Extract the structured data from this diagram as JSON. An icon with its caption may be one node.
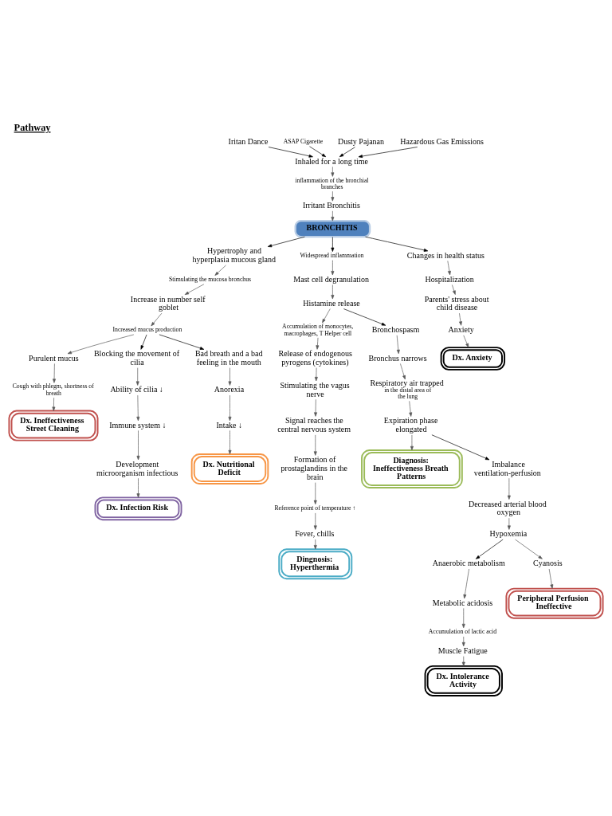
{
  "diagram": {
    "title": "Pathway",
    "nodes": [
      {
        "text": [
          "Iritan Dance"
        ]
      },
      {
        "text": [
          "ASAP Cigarette"
        ]
      },
      {
        "text": [
          "Dusty Pajanan"
        ]
      },
      {
        "text": [
          "Hazardous Gas Emissions"
        ]
      },
      {
        "text": [
          "Inhaled for a long time"
        ]
      },
      {
        "text": [
          "inflammation of the bronchial branches"
        ]
      },
      {
        "text": [
          "Irritant Bronchitis"
        ]
      },
      {
        "text": [
          "BRONCHITIS"
        ]
      },
      {
        "text": [
          "Hypertrophy and hyperplasia mucous gland"
        ]
      },
      {
        "text": [
          "Stimulating the mucosa bronchus"
        ]
      },
      {
        "text": [
          "Increase in number self goblet"
        ]
      },
      {
        "text": [
          "Increased mucus production"
        ]
      },
      {
        "text": [
          "Purulent mucus"
        ]
      },
      {
        "text": [
          "Cough with phlegm, shortness of breath"
        ]
      },
      {
        "text": [
          "Dx. Ineffectiveness Street Cleaning"
        ]
      },
      {
        "text": [
          "Blocking the movement of cilia"
        ]
      },
      {
        "text": [
          "Ability of cilia ↓"
        ]
      },
      {
        "text": [
          "Immune system ↓"
        ]
      },
      {
        "text": [
          "Development microorganism infectious"
        ]
      },
      {
        "text": [
          "Dx. Infection Risk"
        ]
      },
      {
        "text": [
          "Bad breath and a bad feeling in the mouth"
        ]
      },
      {
        "text": [
          "Anorexia"
        ]
      },
      {
        "text": [
          "Intake ↓"
        ]
      },
      {
        "text": [
          "Dx. Nutritional Deficit"
        ]
      },
      {
        "text": [
          "Widespread inflammation"
        ]
      },
      {
        "text": [
          "Mast cell degranulation"
        ]
      },
      {
        "text": [
          "Histamine release"
        ]
      },
      {
        "text": [
          "Accumulation of monocytes, macrophages, T Helper cell"
        ]
      },
      {
        "text": [
          "Release of endogenous pyrogens (cytokines)"
        ]
      },
      {
        "text": [
          "Stimulating the vagus nerve"
        ]
      },
      {
        "text": [
          "Signal reaches the central nervous system"
        ]
      },
      {
        "text": [
          "Formation of prostaglandins in the brain"
        ]
      },
      {
        "text": [
          "Reference point of temperature ↑"
        ]
      },
      {
        "text": [
          "Fever, chills"
        ]
      },
      {
        "text": [
          "Dingnosis: Hyperthermia"
        ]
      },
      {
        "text": [
          "Anaerobic metabolism"
        ]
      },
      {
        "text": [
          "Metabolic acidosis"
        ]
      },
      {
        "text": [
          "Accumulation of lactic acid"
        ]
      },
      {
        "text": [
          "Muscle Fatigue"
        ]
      },
      {
        "text": [
          "Dx. Intolerance Activity"
        ]
      },
      {
        "text": [
          "Changes in health status"
        ]
      },
      {
        "text": [
          "Hospitalization"
        ]
      },
      {
        "text": [
          "Parents' stress about child disease"
        ]
      },
      {
        "text": [
          "Anxiety"
        ]
      },
      {
        "text": [
          "Dx. Anxiety"
        ]
      },
      {
        "text": [
          "Bronchospasm"
        ]
      },
      {
        "text": [
          "Bronchus narrows"
        ]
      },
      {
        "text": [
          "Respiratory air trapped",
          "in the distal area of the lung"
        ]
      },
      {
        "text": [
          "Expiration phase elongated"
        ]
      },
      {
        "text": [
          "Diagnosis: Ineffectiveness Breath Patterns"
        ]
      },
      {
        "text": [
          "Imbalance ventilation-perfusion"
        ]
      },
      {
        "text": [
          "Decreased arterial blood oxygen"
        ]
      },
      {
        "text": [
          "Hypoxemia"
        ]
      },
      {
        "text": [
          "Cyanosis"
        ]
      },
      {
        "text": [
          "Peripheral Perfusion Ineffective"
        ]
      }
    ],
    "edges": [
      {
        "from": 0,
        "to": 4,
        "arrow": "to",
        "color": "#000000"
      },
      {
        "from": 1,
        "to": 4,
        "arrow": "to",
        "color": "#000000"
      },
      {
        "from": 2,
        "to": 4,
        "arrow": "to",
        "color": "#000000"
      },
      {
        "from": 3,
        "to": 4,
        "arrow": "to",
        "color": "#000000"
      },
      {
        "from": 4,
        "to": 5,
        "arrow": "to"
      },
      {
        "from": 5,
        "to": 6,
        "arrow": "to"
      },
      {
        "from": 6,
        "to": 7,
        "arrow": "to"
      },
      {
        "from": 7,
        "to": 8,
        "arrow": "to",
        "color": "#000000"
      },
      {
        "from": 7,
        "to": 24,
        "arrow": "to",
        "color": "#000000"
      },
      {
        "from": 7,
        "to": 40,
        "arrow": "to",
        "color": "#000000"
      },
      {
        "from": 8,
        "to": 9,
        "arrow": "to"
      },
      {
        "from": 9,
        "to": 10,
        "arrow": "to"
      },
      {
        "from": 10,
        "to": 11,
        "arrow": "to"
      },
      {
        "from": 11,
        "to": 12,
        "arrow": "to"
      },
      {
        "from": 12,
        "to": 13,
        "arrow": "to"
      },
      {
        "from": 13,
        "to": 14,
        "arrow": "to"
      },
      {
        "from": 11,
        "to": 15,
        "arrow": "to",
        "color": "#000000"
      },
      {
        "from": 11,
        "to": 20,
        "arrow": "to",
        "color": "#000000"
      },
      {
        "from": 15,
        "to": 16,
        "arrow": "to"
      },
      {
        "from": 16,
        "to": 17,
        "arrow": "to"
      },
      {
        "from": 17,
        "to": 18,
        "arrow": "to"
      },
      {
        "from": 18,
        "to": 19,
        "arrow": "to"
      },
      {
        "from": 20,
        "to": 21,
        "arrow": "to"
      },
      {
        "from": 21,
        "to": 22,
        "arrow": "to"
      },
      {
        "from": 22,
        "to": 23,
        "arrow": "to"
      },
      {
        "from": 24,
        "to": 25,
        "arrow": "to"
      },
      {
        "from": 25,
        "to": 26,
        "arrow": "to"
      },
      {
        "from": 26,
        "to": 27,
        "arrow": "to"
      },
      {
        "from": 26,
        "to": 45,
        "arrow": "to",
        "color": "#000000"
      },
      {
        "from": 27,
        "to": 28,
        "arrow": "to"
      },
      {
        "from": 28,
        "to": 29,
        "arrow": "to"
      },
      {
        "from": 29,
        "to": 30,
        "arrow": "to"
      },
      {
        "from": 30,
        "to": 31,
        "arrow": "to"
      },
      {
        "from": 31,
        "to": 32,
        "arrow": "to"
      },
      {
        "from": 32,
        "to": 33,
        "arrow": "to"
      },
      {
        "from": 33,
        "to": 34,
        "arrow": "to"
      },
      {
        "from": 35,
        "to": 36,
        "arrow": "to"
      },
      {
        "from": 36,
        "to": 37,
        "arrow": "to"
      },
      {
        "from": 37,
        "to": 38,
        "arrow": "to"
      },
      {
        "from": 38,
        "to": 39,
        "arrow": "to"
      },
      {
        "from": 40,
        "to": 41,
        "arrow": "to"
      },
      {
        "from": 41,
        "to": 42,
        "arrow": "to"
      },
      {
        "from": 42,
        "to": 43,
        "arrow": "to"
      },
      {
        "from": 43,
        "to": 44,
        "arrow": "to"
      },
      {
        "from": 45,
        "to": 46,
        "arrow": "to"
      },
      {
        "from": 46,
        "to": 47,
        "arrow": "to"
      },
      {
        "from": 47,
        "to": 48,
        "arrow": "to"
      },
      {
        "from": 48,
        "to": 49,
        "arrow": "to"
      },
      {
        "from": 48,
        "to": 50,
        "arrow": "to",
        "color": "#000000"
      },
      {
        "from": 50,
        "to": 51,
        "arrow": "to"
      },
      {
        "from": 51,
        "to": 52,
        "arrow": "to"
      },
      {
        "from": 52,
        "to": 35,
        "arrow": "to",
        "color": "#000000"
      },
      {
        "from": 52,
        "to": 53,
        "arrow": "to"
      },
      {
        "from": 53,
        "to": 54,
        "arrow": "to"
      }
    ]
  }
}
